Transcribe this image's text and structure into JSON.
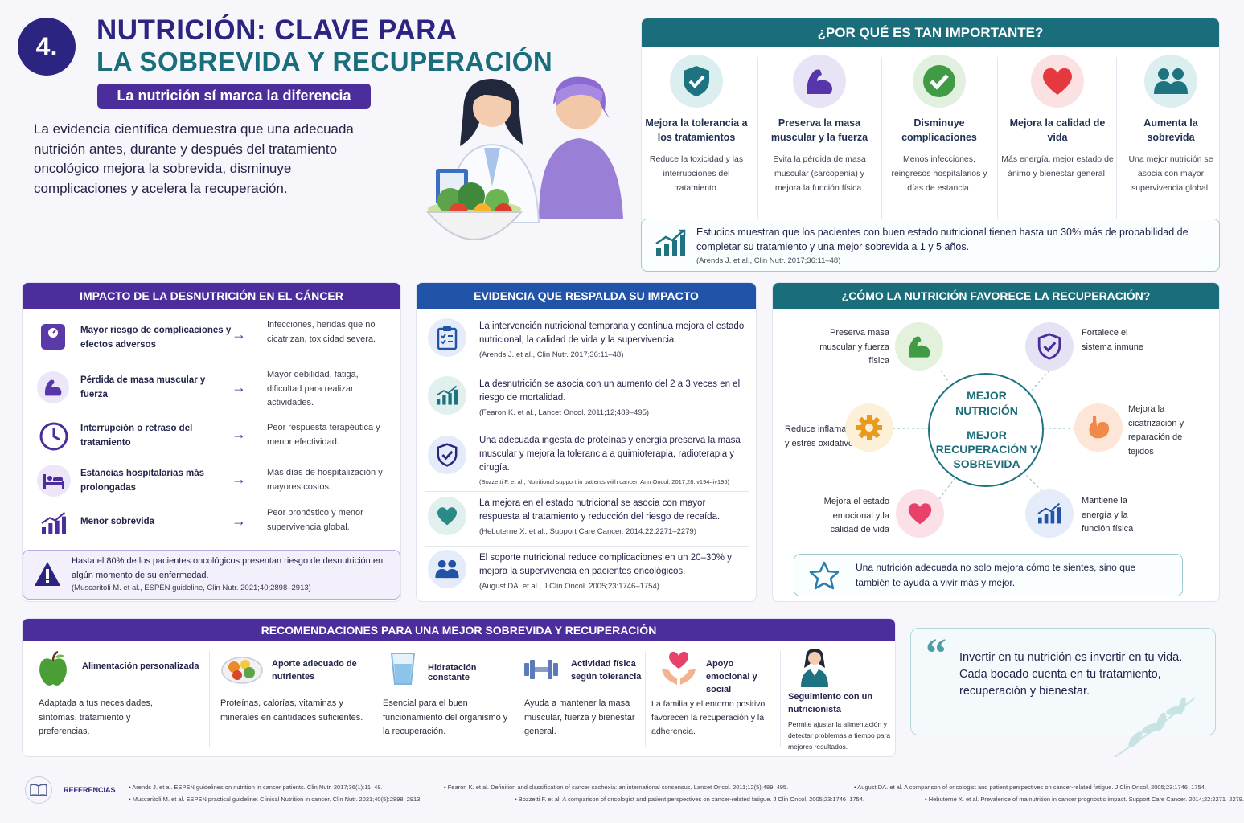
{
  "header": {
    "number": "4.",
    "title_line1": "NUTRICIÓN: CLAVE PARA",
    "title_line2": "LA SOBREVIDA Y RECUPERACIÓN",
    "subtitle": "La nutrición sí marca la diferencia",
    "intro": "La evidencia científica demuestra que una adecuada nutrición antes, durante y después del tratamiento oncológico mejora la sobrevida, disminuye complicaciones y acelera la recuperación."
  },
  "importance": {
    "title": "¿POR QUÉ ES TAN IMPORTANTE?",
    "items": [
      {
        "title": "Mejora la tolerancia a los tratamientos",
        "desc": "Reduce la toxicidad y las interrupciones del tratamiento.",
        "icon": "shield-icon"
      },
      {
        "title": "Preserva la masa muscular y la fuerza",
        "desc": "Evita la pérdida de masa muscular (sarcopenia) y mejora la función física.",
        "icon": "muscle-icon"
      },
      {
        "title": "Disminuye complicaciones",
        "desc": "Menos infecciones, reingresos hospitalarios y días de estancia.",
        "icon": "check-icon"
      },
      {
        "title": "Mejora la calidad de vida",
        "desc": "Más energía, mejor estado de ánimo y bienestar general.",
        "icon": "heart-icon"
      },
      {
        "title": "Aumenta la sobrevida",
        "desc": "Una mejor nutrición se asocia con mayor supervivencia global.",
        "icon": "people-icon"
      }
    ],
    "study_text": "Estudios muestran que los pacientes con buen estado nutricional tienen hasta un 30% más de probabilidad de completar su tratamiento y una mejor sobrevida a 1 y 5 años.",
    "study_ref": "(Arends J. et al., Clin Nutr. 2017;36:11–48)"
  },
  "malnutrition": {
    "title": "IMPACTO DE LA DESNUTRICIÓN EN EL CÁNCER",
    "rows": [
      {
        "cause": "Mayor riesgo de complicaciones y efectos adversos",
        "effect": "Infecciones, heridas que no cicatrizan, toxicidad severa."
      },
      {
        "cause": "Pérdida de masa muscular y fuerza",
        "effect": "Mayor debilidad, fatiga, dificultad para realizar actividades."
      },
      {
        "cause": "Interrupción o retraso del tratamiento",
        "effect": "Peor respuesta terapéutica y menor efectividad."
      },
      {
        "cause": "Estancias hospitalarias más prolongadas",
        "effect": "Más días de hospitalización y mayores costos."
      },
      {
        "cause": "Menor sobrevida",
        "effect": "Peor pronóstico y menor supervivencia global."
      }
    ],
    "arrow": "→",
    "warning_text": "Hasta el 80% de los pacientes oncológicos presentan riesgo de desnutrición en algún momento de su enfermedad.",
    "warning_ref": "(Muscaritoli M. et al., ESPEN guideline, Clin Nutr. 2021;40;2898–2913)"
  },
  "evidence": {
    "title": "EVIDENCIA QUE RESPALDA SU IMPACTO",
    "items": [
      {
        "text": "La intervención nutricional temprana y continua mejora el estado nutricional, la calidad de vida y la supervivencia.",
        "ref": "(Arends J. et al., Clin Nutr. 2017;36:11–48)"
      },
      {
        "text": "La desnutrición se asocia con un aumento del 2 a 3 veces en el riesgo de mortalidad.",
        "ref": "(Fearon K. et al., Lancet Oncol. 2011;12;489–495)"
      },
      {
        "text": "Una adecuada ingesta de proteínas y energía preserva la masa muscular y mejora la tolerancia a quimioterapia, radioterapia y cirugía.",
        "ref": "(Bozzetti F. et al., Nutritional support in patients with cancer, Ann Oncol. 2017;28:iv194–iv195)"
      },
      {
        "text": "La mejora en el estado nutricional se asocia con mayor respuesta al tratamiento y reducción del riesgo de recaída.",
        "ref": "(Hebuterne X. et al., Support Care Cancer. 2014;22:2271–2279)"
      },
      {
        "text": "El soporte nutricional reduce complicaciones en un 20–30% y mejora la supervivencia en pacientes oncológicos.",
        "ref": "(August DA. et al., J Clin Oncol. 2005;23:1746–1754)"
      }
    ]
  },
  "recovery": {
    "title": "¿CÓMO LA NUTRICIÓN FAVORECE LA RECUPERACIÓN?",
    "center_top": "MEJOR NUTRICIÓN",
    "center_bottom": "MEJOR RECUPERACIÓN Y SOBREVIDA",
    "nodes": {
      "muscle": "Preserva masa muscular y fuerza física",
      "immune": "Fortalece el sistema inmune",
      "inflammation": "Reduce inflamación y estrés oxidativo",
      "healing": "Mejora la cicatrización y reparación de tejidos",
      "emotional": "Mejora el estado emocional y la calidad de vida",
      "energy": "Mantiene la energía y la función física"
    },
    "note": "Una nutrición adecuada no solo mejora cómo te sientes, sino que también te ayuda a vivir más y mejor."
  },
  "recommendations": {
    "title": "RECOMENDACIONES PARA UNA MEJOR SOBREVIDA Y RECUPERACIÓN",
    "items": [
      {
        "title": "Alimentación personalizada",
        "desc": "Adaptada a tus necesidades, síntomas, tratamiento y preferencias."
      },
      {
        "title": "Aporte adecuado de nutrientes",
        "desc": "Proteínas, calorías, vitaminas y minerales en cantidades suficientes."
      },
      {
        "title": "Hidratación constante",
        "desc": "Esencial para el buen funcionamiento del organismo y la recuperación."
      },
      {
        "title": "Actividad física según tolerancia",
        "desc": "Ayuda a mantener la masa muscular, fuerza y bienestar general."
      },
      {
        "title": "Apoyo emocional y social",
        "desc": "La familia y el entorno positivo favorecen la recuperación y la adherencia."
      },
      {
        "title": "Seguimiento con un nutricionista",
        "desc": "Permite ajustar la alimentación y detectar problemas a tiempo para mejores resultados."
      }
    ]
  },
  "quote": {
    "mark": "“",
    "text": "Invertir en tu nutrición es invertir en tu vida. Cada bocado cuenta en tu tratamiento, recuperación y bienestar."
  },
  "references": {
    "label": "REFERENCIAS",
    "row1": [
      "Arends J. et al. ESPEN guidelines on nutrition in cancer patients. Clin Nutr. 2017;36(1):11–48.",
      "Fearon K. et al. Definition and classification of cancer cachexia: an international consensus. Lancet Oncol. 2011;12(5):489–495.",
      "August DA. et al. A comparison of oncologist and patient perspectives on cancer-related fatigue. J Clin Oncol. 2005;23:1746–1754."
    ],
    "row2": [
      "Muscaritoli M. et al. ESPEN practical guideline: Clinical Nutrition in cancer. Clin Nutr. 2021;40(5):2898–2913.",
      "Bozzetti F. et al. A comparison of oncologist and patient perspectives on cancer-related fatigue. J Clin Oncol. 2005;23:1746–1754.",
      "Hebuterne X. et al. Prevalence of malnutrition in cancer prognostic impact. Support Care Cancer. 2014;22:2271–2279."
    ]
  },
  "colors": {
    "purple": "#4b2e9c",
    "blue": "#2153a8",
    "teal": "#1a6d7a",
    "navy": "#2a2380"
  }
}
